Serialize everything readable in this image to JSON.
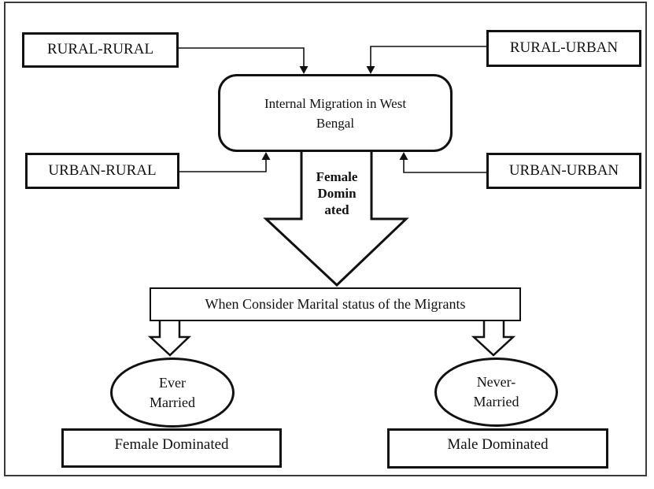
{
  "diagram": {
    "colors": {
      "ink": "#111111",
      "frame": "#3b3b3b",
      "background": "#ffffff"
    },
    "nodes": {
      "rural_rural": {
        "label": "RURAL-RURAL"
      },
      "rural_urban": {
        "label": "RURAL-URBAN"
      },
      "urban_rural": {
        "label": "URBAN-RURAL"
      },
      "urban_urban": {
        "label": "URBAN-URBAN"
      },
      "center": {
        "lines": [
          "Internal Migration in West",
          "Bengal"
        ]
      },
      "big_arrow_label": {
        "lines": [
          "Female",
          "Domin",
          "ated"
        ]
      },
      "marital": {
        "label": "When Consider Marital status of the Migrants"
      },
      "ever_married": {
        "lines": [
          "Ever",
          "Married"
        ]
      },
      "never_married": {
        "lines": [
          "Never-",
          "Married"
        ]
      },
      "female_dominated": {
        "label": "Female Dominated"
      },
      "male_dominated": {
        "label": "Male Dominated"
      }
    }
  }
}
